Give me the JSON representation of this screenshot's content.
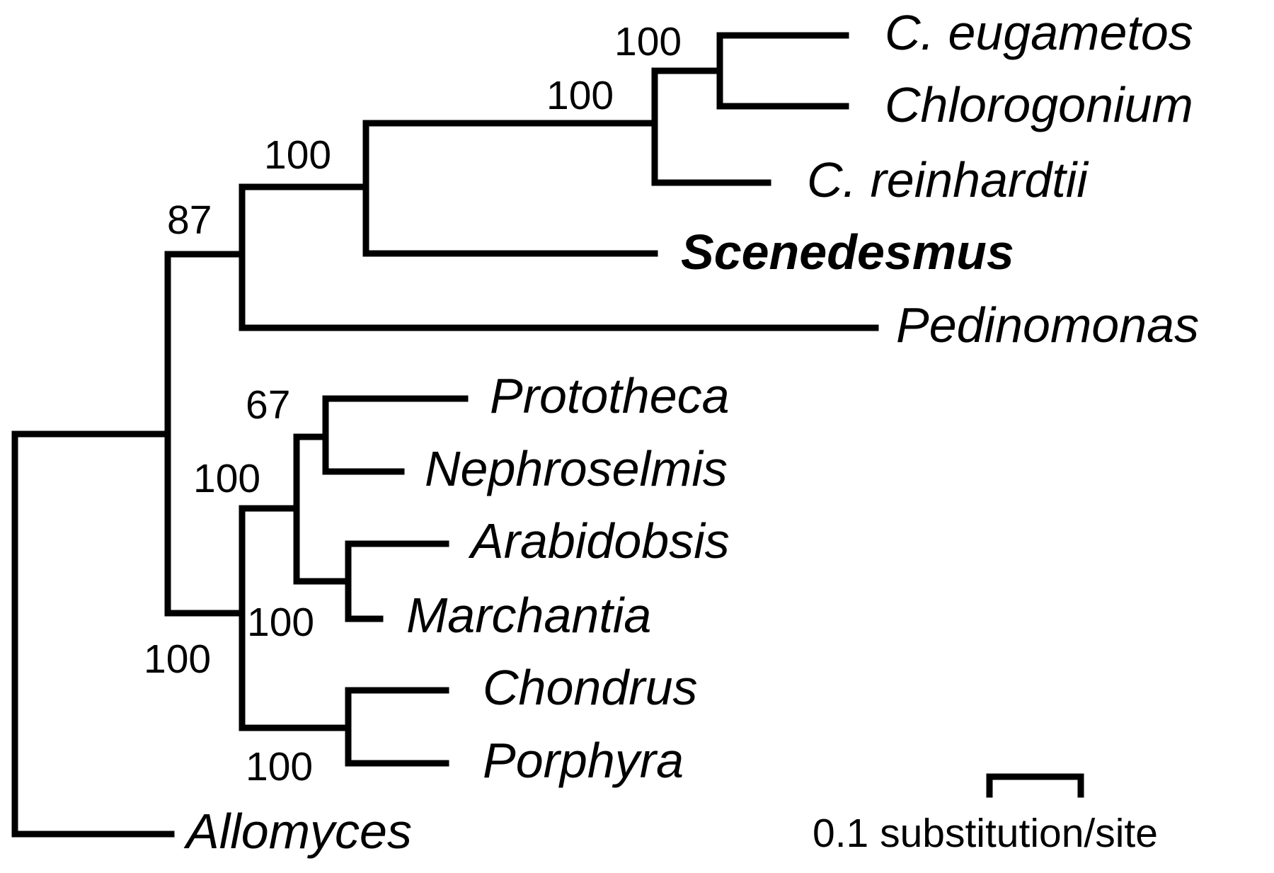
{
  "tree": {
    "taxa": [
      {
        "id": "c-eugametos",
        "label": "C. eugametos",
        "bold": false
      },
      {
        "id": "chlorogonium",
        "label": "Chlorogonium",
        "bold": false
      },
      {
        "id": "c-reinhardtii",
        "label": "C. reinhardtii",
        "bold": false
      },
      {
        "id": "scenedesmus",
        "label": "Scenedesmus",
        "bold": true
      },
      {
        "id": "pedinomonas",
        "label": "Pedinomonas",
        "bold": false
      },
      {
        "id": "prototheca",
        "label": "Prototheca",
        "bold": false
      },
      {
        "id": "nephroselmis",
        "label": "Nephroselmis",
        "bold": false
      },
      {
        "id": "arabidobsis",
        "label": "Arabidobsis",
        "bold": false
      },
      {
        "id": "marchantia",
        "label": "Marchantia",
        "bold": false
      },
      {
        "id": "chondrus",
        "label": "Chondrus",
        "bold": false
      },
      {
        "id": "porphyra",
        "label": "Porphyra",
        "bold": false
      },
      {
        "id": "allomyces",
        "label": "Allomyces",
        "bold": false
      }
    ],
    "support_values": [
      {
        "id": "ceug-chlor",
        "value": "100"
      },
      {
        "id": "chlamy-group",
        "value": "100"
      },
      {
        "id": "chlamy-scened",
        "value": "100"
      },
      {
        "id": "chlorophyceae",
        "value": "87"
      },
      {
        "id": "proto-nephro",
        "value": "67"
      },
      {
        "id": "proto-arab",
        "value": "100"
      },
      {
        "id": "arab-march",
        "value": "100"
      },
      {
        "id": "green-red",
        "value": "100"
      },
      {
        "id": "chondrus-porphyra",
        "value": "100"
      }
    ],
    "scale_bar": {
      "label": "0.1 substitution/site"
    }
  }
}
